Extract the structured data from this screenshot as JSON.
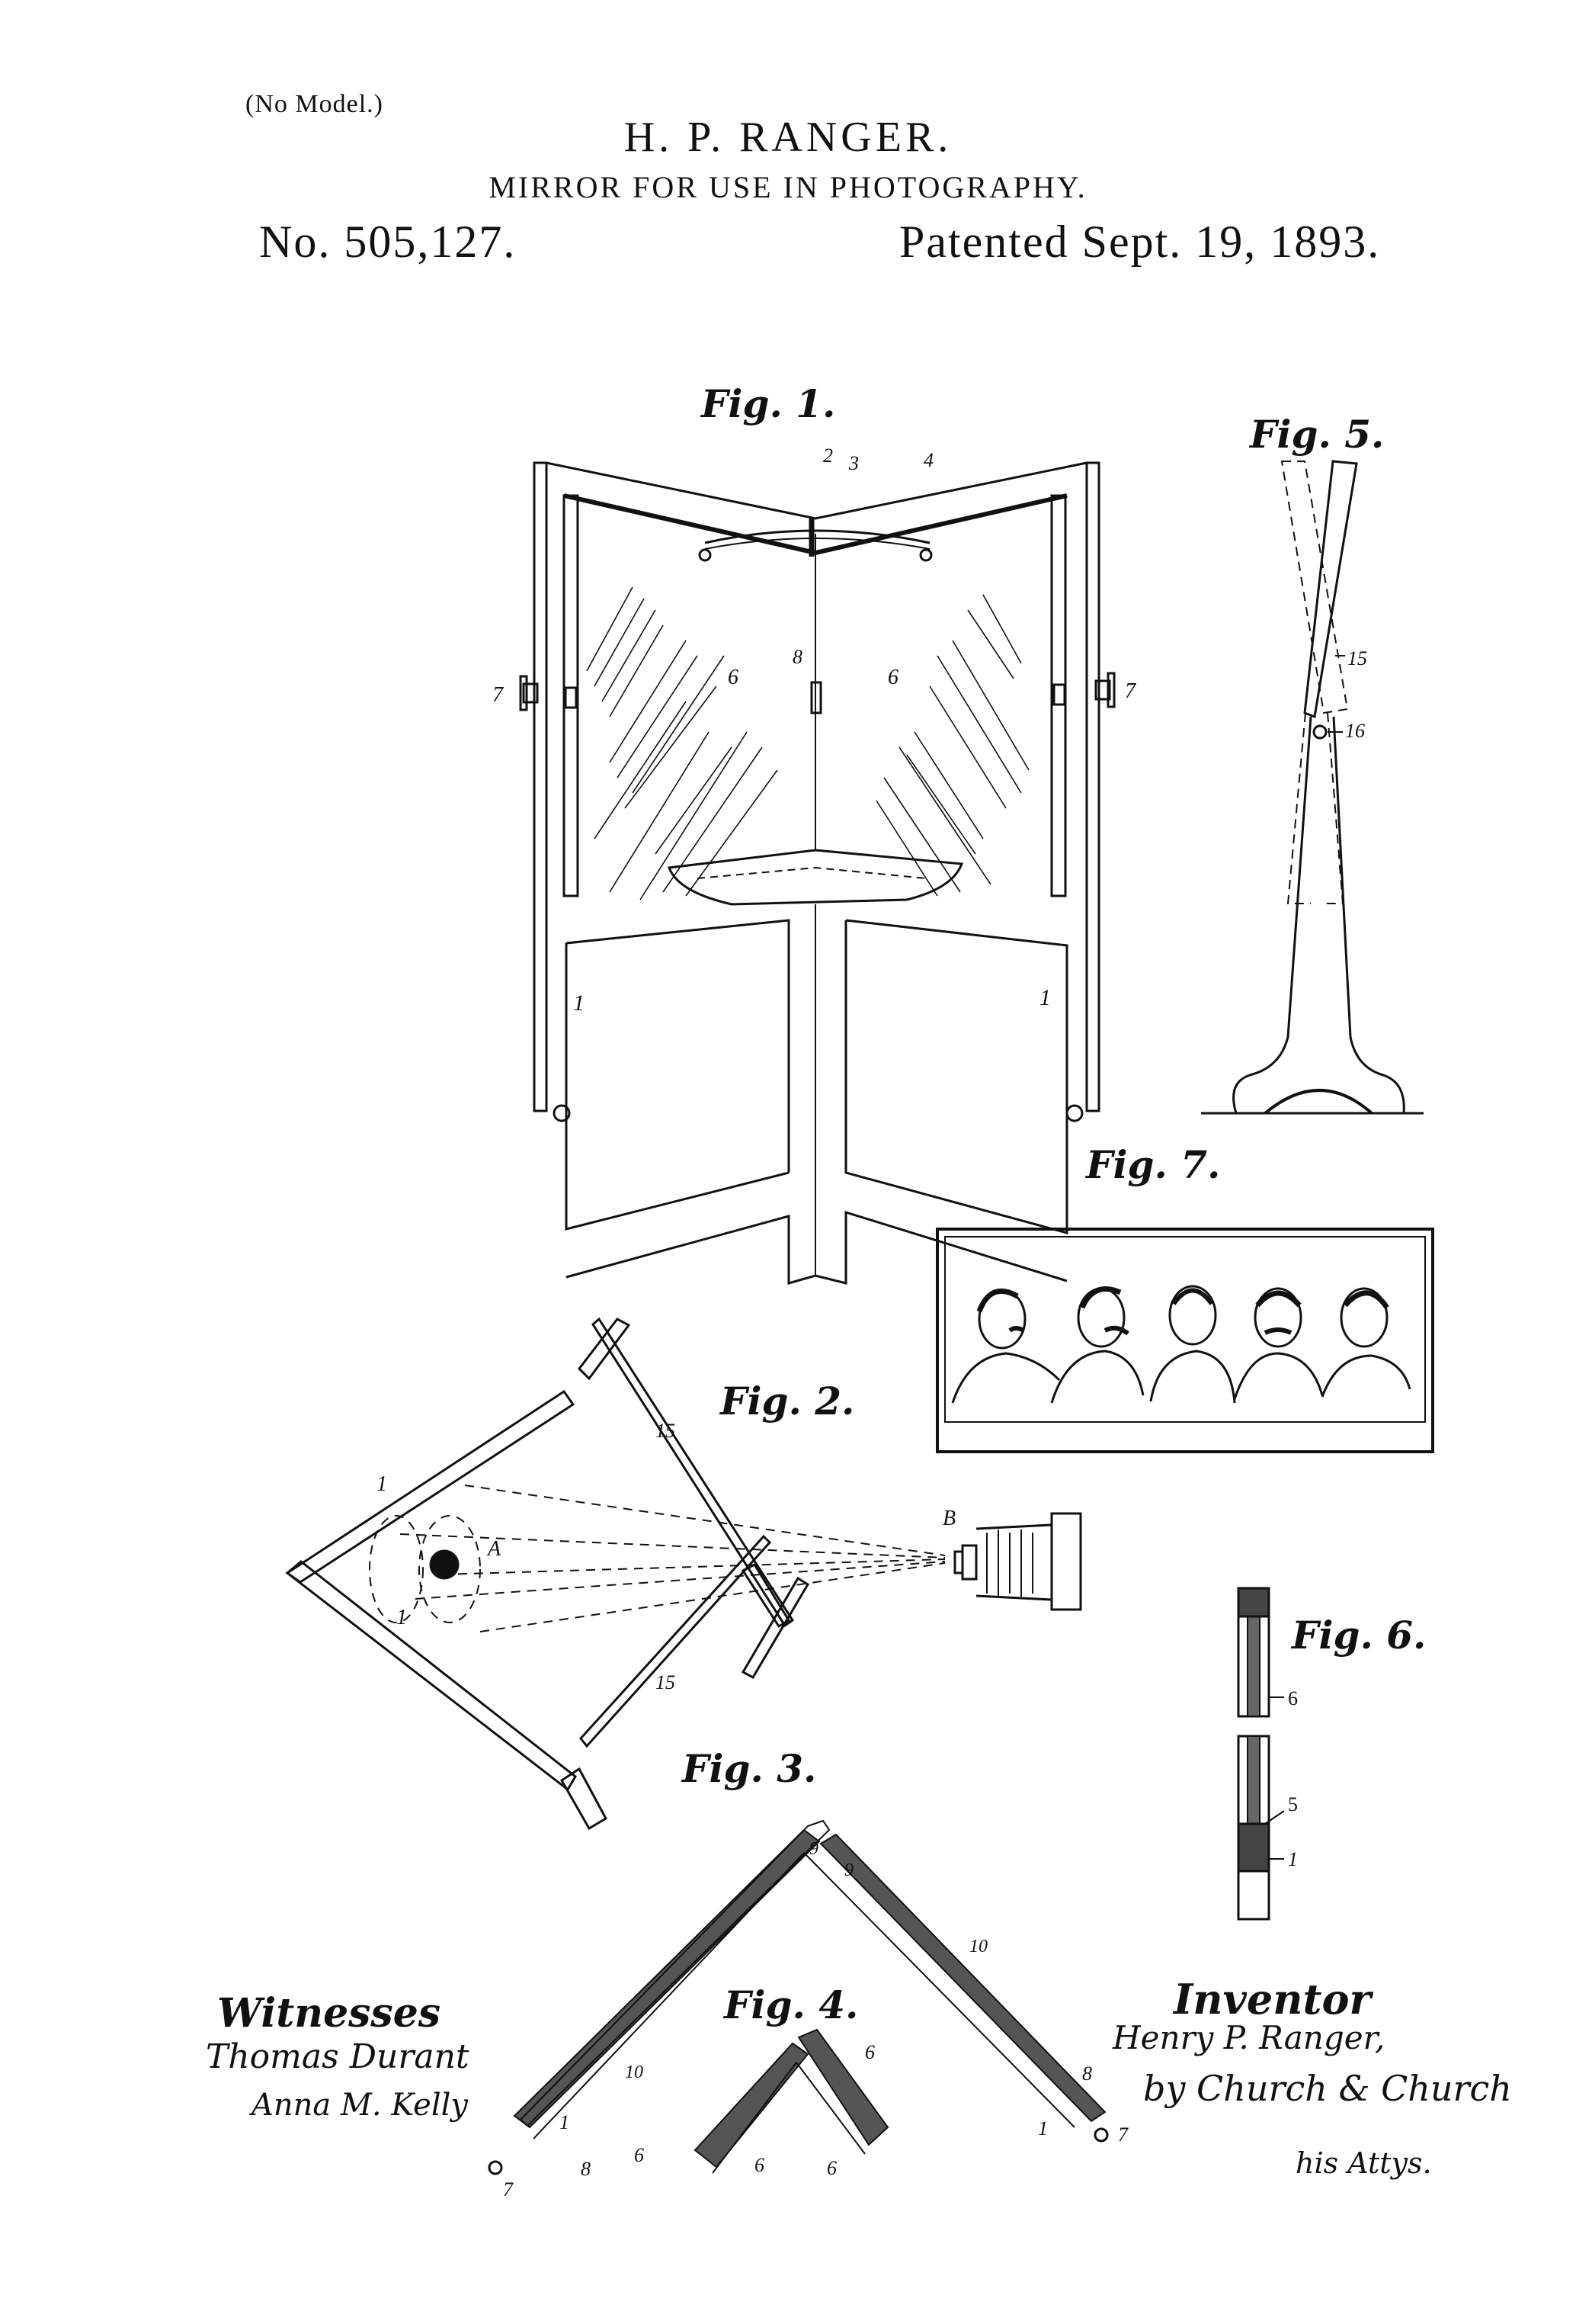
{
  "header": {
    "model_note": "(No Model.)",
    "inventor_name": "H. P. RANGER.",
    "title": "MIRROR FOR USE IN PHOTOGRAPHY.",
    "patent_number": "No. 505,127.",
    "patent_date": "Patented Sept. 19, 1893."
  },
  "figures": {
    "fig1": {
      "label": "Fig. 1.",
      "refs": [
        "2",
        "3",
        "4",
        "6",
        "6",
        "7",
        "7",
        "8",
        "1",
        "1"
      ]
    },
    "fig2": {
      "label": "Fig. 2.",
      "refs": [
        "15",
        "15",
        "1",
        "1",
        "A",
        "B"
      ]
    },
    "fig3": {
      "label": "Fig. 3.",
      "refs": [
        "9",
        "9",
        "10",
        "10",
        "6",
        "6",
        "8",
        "8",
        "1",
        "1",
        "7",
        "7"
      ]
    },
    "fig4": {
      "label": "Fig. 4.",
      "refs": [
        "6",
        "6"
      ]
    },
    "fig5": {
      "label": "Fig. 5.",
      "refs": [
        "15",
        "16"
      ]
    },
    "fig6": {
      "label": "Fig. 6.",
      "refs": [
        "6",
        "5",
        "1"
      ]
    },
    "fig7": {
      "label": "Fig. 7."
    }
  },
  "witnesses": {
    "heading": "Witnesses",
    "names": [
      "Thomas Durant",
      "Anna M. Kelly"
    ]
  },
  "inventor": {
    "heading": "Inventor",
    "name": "Henry P. Ranger,",
    "attorneys": "by Church & Church",
    "attorneys_note": "his Attys."
  },
  "colors": {
    "ink": "#111111",
    "paper": "#ffffff"
  }
}
